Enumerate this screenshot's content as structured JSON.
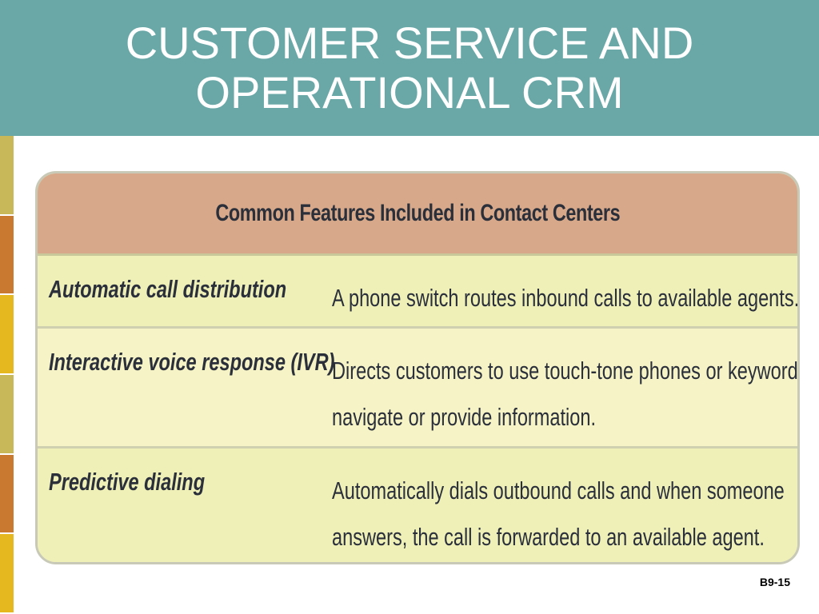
{
  "slide": {
    "title_line1": "CUSTOMER SERVICE AND",
    "title_line2": "OPERATIONAL CRM",
    "slide_number": "B9-15",
    "colors": {
      "title_bar": "#6aa8a8",
      "table_header": "#d7a98a",
      "table_body": "#eef0b8",
      "side_strip": [
        "#c8b85a",
        "#c97a30",
        "#e6b820",
        "#c8b85a",
        "#c97a30",
        "#e6b820"
      ]
    }
  },
  "table": {
    "header": "Common Features Included in Contact Centers",
    "rows": [
      {
        "feature": "Automatic call distribution",
        "description_lines": [
          "A phone switch routes inbound calls to available agents."
        ]
      },
      {
        "feature": "Interactive voice response (IVR)",
        "description_lines": [
          "Directs customers to use touch-tone phones or keywords to",
          "navigate or provide information."
        ]
      },
      {
        "feature": "Predictive dialing",
        "description_lines": [
          "Automatically dials outbound calls and when someone",
          "answers, the call is forwarded to an available agent."
        ]
      }
    ]
  }
}
